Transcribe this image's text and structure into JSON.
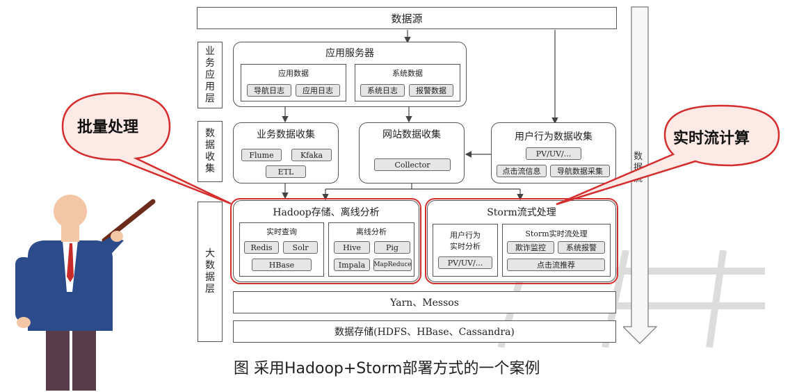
{
  "data_source": "数据源",
  "layers": {
    "app": "业务应用层",
    "collect": "数据收集",
    "big": "大数据层"
  },
  "app_server": {
    "title": "应用服务器",
    "app_data": {
      "title": "应用数据",
      "items": [
        "导航日志",
        "应用日志"
      ]
    },
    "sys_data": {
      "title": "系统数据",
      "items": [
        "系统日志",
        "报警数据"
      ]
    }
  },
  "biz_collect": {
    "title": "业务数据收集",
    "items": [
      "Flume",
      "Kfaka",
      "ETL"
    ]
  },
  "web_collect": {
    "title": "网站数据收集",
    "items": [
      "Collector"
    ]
  },
  "user_collect": {
    "title": "用户行为数据收集",
    "items": [
      "PV/UV/...",
      "点击流信息",
      "导航数据采集"
    ]
  },
  "hadoop": {
    "title": "Hadoop存储、离线分析",
    "realtime": {
      "title": "实时查询",
      "items": [
        "Redis",
        "Solr",
        "HBase"
      ]
    },
    "offline": {
      "title": "离线分析",
      "items": [
        "Hive",
        "Pig",
        "Impala",
        "MapReduce"
      ]
    }
  },
  "storm": {
    "title": "Storm流式处理",
    "user_analysis": {
      "title_line1": "用户行为",
      "title_line2": "实时分析",
      "items": [
        "PV/UV/..."
      ]
    },
    "storm_rt": {
      "title": "Storm实时流处理",
      "items": [
        "欺诈监控",
        "系统报警",
        "点击流推荐"
      ]
    }
  },
  "yarn": "Yarn、Messos",
  "storage": "数据存储(HDFS、HBase、Cassandra)",
  "flow_label": "数据流",
  "callouts": {
    "left": "批量处理",
    "right": "实时流计算"
  },
  "caption": "图  采用Hadoop+Storm部署方式的一个案例"
}
